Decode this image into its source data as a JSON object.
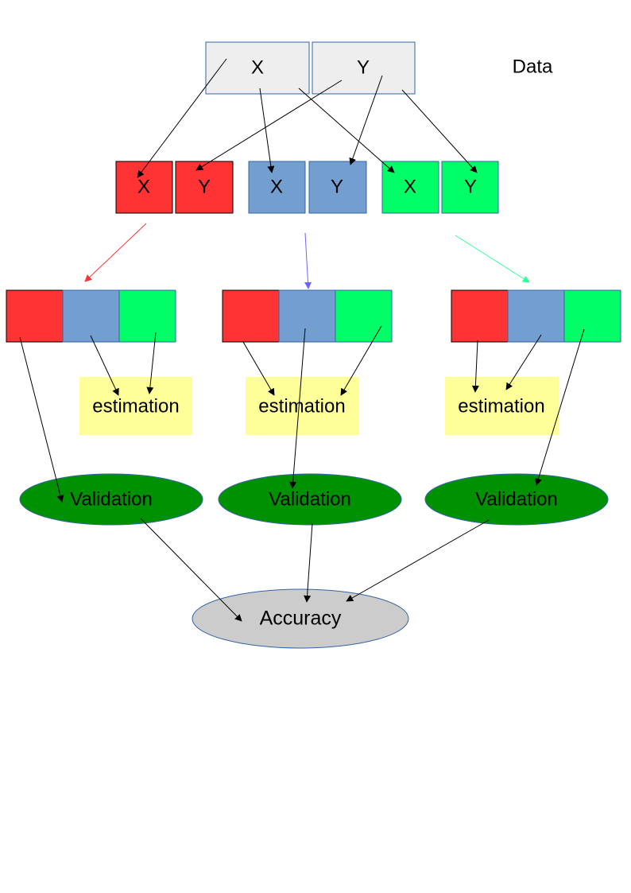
{
  "colors": {
    "red": "#ff3333",
    "blue": "#729fcf",
    "green": "#00ff66",
    "data_fill": "#eeeeee",
    "estimation_fill": "#ffff99",
    "validation_fill": "#009100",
    "accuracy_fill": "#cccccc",
    "border": "#3465a4",
    "arrow": "#000000",
    "arrow_red": "#ff3333",
    "arrow_blue": "#6666ff",
    "arrow_green": "#33ff99"
  },
  "data_block": {
    "label": "Data",
    "x_label": "X",
    "y_label": "Y"
  },
  "splits": [
    {
      "x_label": "X",
      "y_label": "Y",
      "color": "red"
    },
    {
      "x_label": "X",
      "y_label": "Y",
      "color": "blue"
    },
    {
      "x_label": "X",
      "y_label": "Y",
      "color": "green"
    }
  ],
  "folds": [
    {
      "estimation_label": "estimation",
      "validation_label": "Validation"
    },
    {
      "estimation_label": "estimation",
      "validation_label": "Validation"
    },
    {
      "estimation_label": "estimation",
      "validation_label": "Validation"
    }
  ],
  "result": {
    "accuracy_label": "Accuracy"
  }
}
